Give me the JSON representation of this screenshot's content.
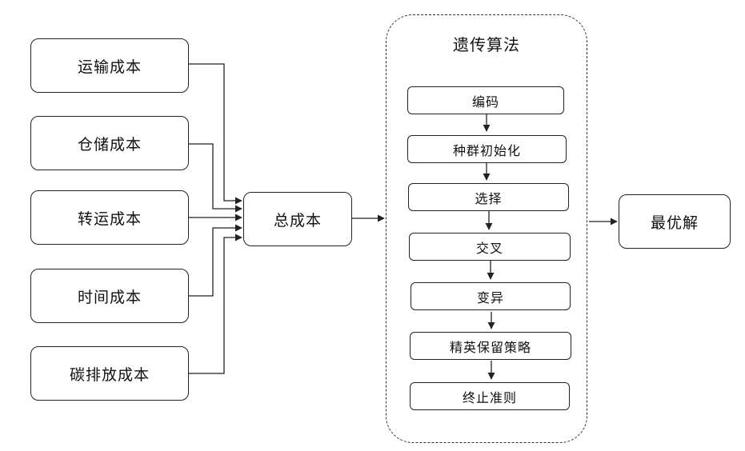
{
  "cost_inputs": [
    {
      "label": "运输成本"
    },
    {
      "label": "仓储成本"
    },
    {
      "label": "转运成本"
    },
    {
      "label": "时间成本"
    },
    {
      "label": "碳排放成本"
    }
  ],
  "total": {
    "label": "总成本"
  },
  "ga": {
    "title": "遗传算法",
    "steps": [
      {
        "label": "编码"
      },
      {
        "label": "种群初始化"
      },
      {
        "label": "选择"
      },
      {
        "label": "交叉"
      },
      {
        "label": "变异"
      },
      {
        "label": "精英保留策略"
      },
      {
        "label": "终止准则"
      }
    ]
  },
  "result": {
    "label": "最优解"
  }
}
